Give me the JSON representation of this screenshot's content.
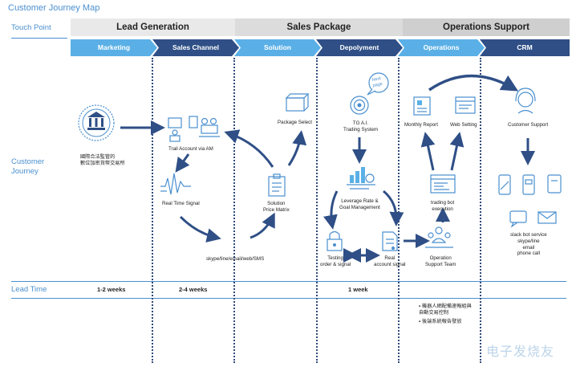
{
  "title": "Customer Journey Map",
  "rows": {
    "touch_point": "Touch Point",
    "customer_journey": "Customer\nJourney",
    "lead_time": "Lead Time"
  },
  "phases": [
    {
      "label": "Lead Generation",
      "color": "#e9e9e9"
    },
    {
      "label": "Sales Package",
      "color": "#dcdcdc"
    },
    {
      "label": "Operations Support",
      "color": "#cfcfcf"
    }
  ],
  "stages": [
    {
      "label": "Marketing",
      "color": "#5ab0e6"
    },
    {
      "label": "Sales Channel",
      "color": "#2f4f86"
    },
    {
      "label": "Solution",
      "color": "#5ab0e6"
    },
    {
      "label": "Depolyment",
      "color": "#2f4f86"
    },
    {
      "label": "Operations",
      "color": "#5ab0e6"
    },
    {
      "label": "CRM",
      "color": "#2f4f86"
    }
  ],
  "steps": {
    "exchange": "國際合法監管的\n數位加密貨幣交易所",
    "trail_account": "Trail Account via AM",
    "real_time_signal": "Real Time Signal",
    "channels": "skype/line/email/web/SMS",
    "solution_matrix": "Solution\nPrice Matrix",
    "package_select": "Package Select",
    "tg_ai": "TG A.I.\nTrading System",
    "next_page": "Next\npage",
    "leverage": "Leverage Rate &\nGoal Management",
    "testing": "Testing\norder & signal",
    "real_account": "Real\naccount signal",
    "operation_support": "Operation\nSupport Team",
    "trading_bot": "trading bot\nexecution",
    "monthly_report": "Monthly Report",
    "web_setting": "Web Setting",
    "customer_support": "Customer Support",
    "support_channels": "slack bot service\nskype/line\nemail\nphone call"
  },
  "lead_times": [
    "1-2 weeks",
    "2-4 weeks",
    "1 week"
  ],
  "notes": [
    "▪ 機器人網配備速報組與\n自動交易控制",
    "▪ 後端系統報告發放"
  ],
  "watermark": "电子发烧友"
}
